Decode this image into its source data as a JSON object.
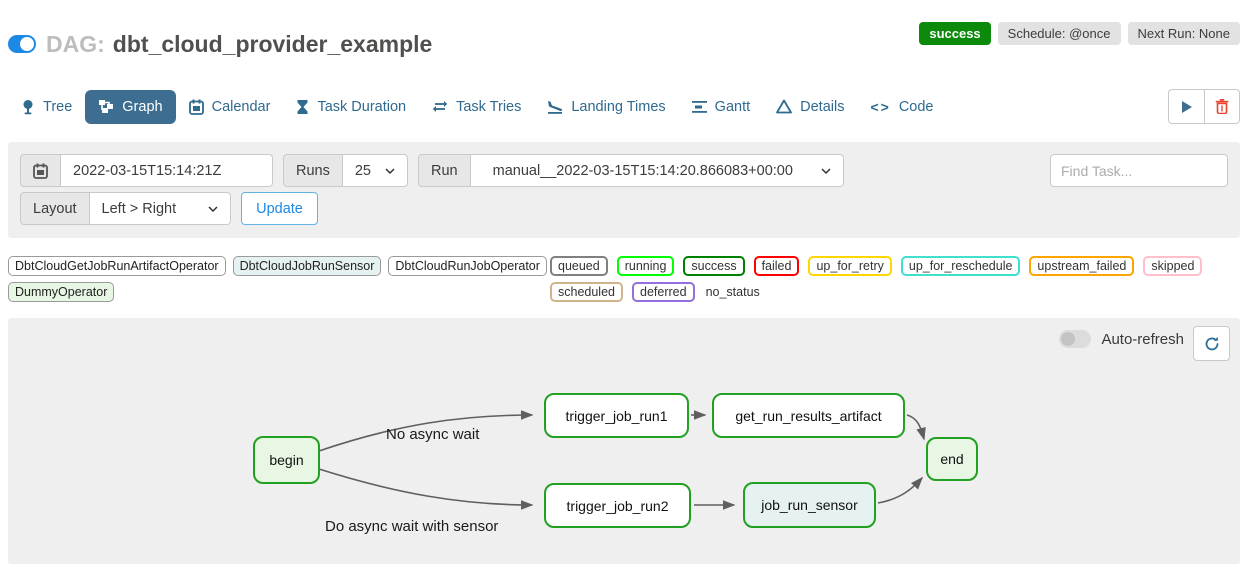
{
  "header": {
    "toggle_state": "on",
    "dag_label": "DAG:",
    "dag_name": "dbt_cloud_provider_example",
    "status_badge": "success",
    "schedule_badge": "Schedule: @once",
    "next_run_badge": "Next Run: None"
  },
  "tabs": [
    {
      "label": "Tree",
      "icon": "pin-icon",
      "active": false
    },
    {
      "label": "Graph",
      "icon": "graph-icon",
      "active": true
    },
    {
      "label": "Calendar",
      "icon": "calendar-icon",
      "active": false
    },
    {
      "label": "Task Duration",
      "icon": "hourglass-icon",
      "active": false
    },
    {
      "label": "Task Tries",
      "icon": "repeat-icon",
      "active": false
    },
    {
      "label": "Landing Times",
      "icon": "plane-landing-icon",
      "active": false
    },
    {
      "label": "Gantt",
      "icon": "gantt-bars-icon",
      "active": false
    },
    {
      "label": "Details",
      "icon": "triangle-icon",
      "active": false
    },
    {
      "label": "Code",
      "icon": "code-icon",
      "active": false
    }
  ],
  "filters": {
    "date_value": "2022-03-15T15:14:21Z",
    "runs_label": "Runs",
    "runs_value": "25",
    "run_label": "Run",
    "run_value": "manual__2022-03-15T15:14:20.866083+00:00",
    "layout_label": "Layout",
    "layout_value": "Left > Right",
    "update_label": "Update",
    "find_task_placeholder": "Find Task..."
  },
  "legend": {
    "operators": [
      {
        "name": "DbtCloudGetJobRunArtifactOperator",
        "color": "#ffffff"
      },
      {
        "name": "DbtCloudJobRunSensor",
        "color": "#e6f1f2"
      },
      {
        "name": "DbtCloudRunJobOperator",
        "color": "#ffffff"
      },
      {
        "name": "DummyOperator",
        "color": "#e8f7e4"
      }
    ],
    "states": [
      {
        "label": "queued",
        "color": "#808080"
      },
      {
        "label": "running",
        "color": "#00ff00"
      },
      {
        "label": "success",
        "color": "#008000"
      },
      {
        "label": "failed",
        "color": "#ff0000"
      },
      {
        "label": "up_for_retry",
        "color": "#ffd700"
      },
      {
        "label": "up_for_reschedule",
        "color": "#40e0d0"
      },
      {
        "label": "upstream_failed",
        "color": "#ffa500"
      },
      {
        "label": "skipped",
        "color": "#ffc0cb"
      },
      {
        "label": "scheduled",
        "color": "#d2b48c"
      },
      {
        "label": "deferred",
        "color": "#9370db"
      },
      {
        "label": "no_status",
        "color": "none"
      }
    ]
  },
  "graph": {
    "auto_refresh_label": "Auto-refresh",
    "auto_refresh_state": "off",
    "nodes": [
      {
        "label": "begin",
        "state": "success",
        "operator_color": "#e8f7e4"
      },
      {
        "label": "trigger_job_run1",
        "state": "success",
        "operator_color": "#ffffff"
      },
      {
        "label": "get_run_results_artifact",
        "state": "success",
        "operator_color": "#ffffff"
      },
      {
        "label": "trigger_job_run2",
        "state": "success",
        "operator_color": "#ffffff"
      },
      {
        "label": "job_run_sensor",
        "state": "success",
        "operator_color": "#e6f1f2"
      },
      {
        "label": "end",
        "state": "success",
        "operator_color": "#e8f7e4"
      }
    ],
    "edge_labels": [
      {
        "text": "No async wait"
      },
      {
        "text": "Do async wait with sensor"
      }
    ]
  },
  "colors": {
    "accent_blue": "#1e88e5",
    "tab_blue": "#2f6a8f",
    "active_tab_bg": "#3d6e91",
    "success_green": "#0b8a0b",
    "node_border_green": "#21a021",
    "delete_red": "#e8442e",
    "panel_gray": "#efefef"
  }
}
